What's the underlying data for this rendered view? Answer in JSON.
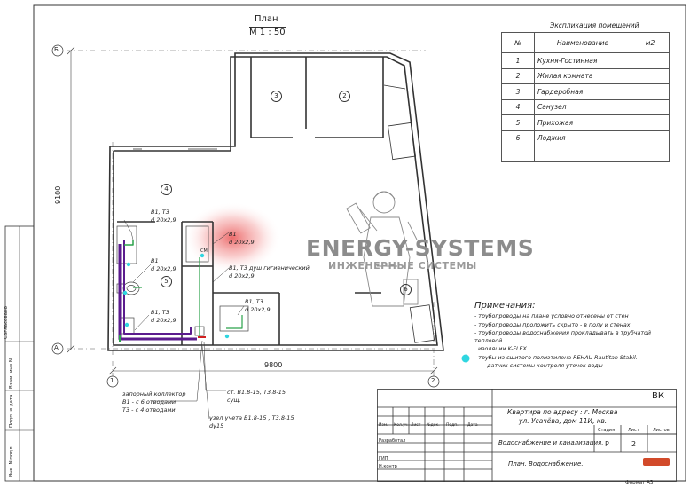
{
  "drawing": {
    "title": "План",
    "scale": "М 1 : 50",
    "axis_labels": {
      "top_left": "Б",
      "bottom_left": "А",
      "bottom_1": "1",
      "bottom_2": "2"
    },
    "dim_vertical": "9100",
    "dim_horizontal": "9800",
    "room_numbers": [
      "1",
      "2",
      "3",
      "4",
      "5",
      "6"
    ]
  },
  "pipe_labels": {
    "l1": {
      "line1": "В1, Т3",
      "line2": "d 20х2,9"
    },
    "l2": {
      "line1": "В1",
      "line2": "d 20х2,9"
    },
    "l3": {
      "line1": "В1, Т3",
      "line2": "d 20х2,9"
    },
    "l4": {
      "line1": "В1",
      "line2": "d 20х2,9"
    },
    "l5": {
      "line1": "В1, Т3 душ гигиенический",
      "line2": "d 20х2,9"
    },
    "l6": {
      "line1": "В1, Т3",
      "line2": "d 20х2,9"
    },
    "small": "СМ"
  },
  "callouts": {
    "collector": {
      "line1": "запорный коллектор",
      "line2": "В1 - с 6 отводами",
      "line3": "Т3 - с 4 отводами"
    },
    "riser": {
      "line1": "ст. В1.8-15, Т3.8-15",
      "line2": "сущ."
    },
    "meter": {
      "line1": "узел учета  В1.8-15 , Т3.8-15",
      "line2": "dy15"
    }
  },
  "explication": {
    "title": "Экспликация помещений",
    "headers": [
      "№",
      "Наименование",
      "м2"
    ],
    "rows": [
      {
        "n": "1",
        "name": "Кухня-Гостинная",
        "area": ""
      },
      {
        "n": "2",
        "name": "Жилая комната",
        "area": ""
      },
      {
        "n": "3",
        "name": "Гардеробная",
        "area": ""
      },
      {
        "n": "4",
        "name": "Санузел",
        "area": ""
      },
      {
        "n": "5",
        "name": "Прихожая",
        "area": ""
      },
      {
        "n": "6",
        "name": "Лоджия",
        "area": ""
      },
      {
        "n": "",
        "name": "",
        "area": ""
      }
    ]
  },
  "notes": {
    "heading": "Примечания:",
    "items": [
      "- трубопроводы на плане условно отнесены от стен",
      "- трубопроводы проложить скрыто - в полу и стенах",
      "- трубопроводы водоснабжения прокладывать в трубчатой тепловой",
      "  изоляции K-FLEX",
      "- трубы из сшитого полиэтилена REHAU Rautitan Stabil.",
      "- датчик системы контроля утечек воды"
    ]
  },
  "watermark": {
    "main": "ENERGY-SYSTEMS",
    "sub": "ИНЖЕНЕРНЫЕ СИСТЕМЫ"
  },
  "stamp": {
    "code": "ВК",
    "address_1": "Квартира по адресу : г. Москва",
    "address_2": "ул. Усачёва, дом 11И, кв.",
    "cols": [
      "Изм.",
      "Кол.уч",
      "Лист",
      "№док.",
      "Подп.",
      "Дата"
    ],
    "developed": "Разработал",
    "gip": "ГИП",
    "norm": "Н.контр",
    "section": "Водоснабжение и канализация.",
    "stage_h": "Стадия",
    "sheet_h": "Лист",
    "sheets_h": "Листов",
    "stage": "Р",
    "sheet": "2",
    "plan_name": "План. Водоснабжение.",
    "format": "Формат  А3"
  },
  "side_stamp": [
    "Согласовано",
    "Взам. инв.N",
    "Подп. и дата",
    "Инв. N подл."
  ],
  "colors": {
    "pipe_purple": "#5b1b8e",
    "pipe_green": "#2aa24a",
    "sensor": "#2fd6e0",
    "line": "#333333",
    "hot_spot": "#e63a3a"
  }
}
